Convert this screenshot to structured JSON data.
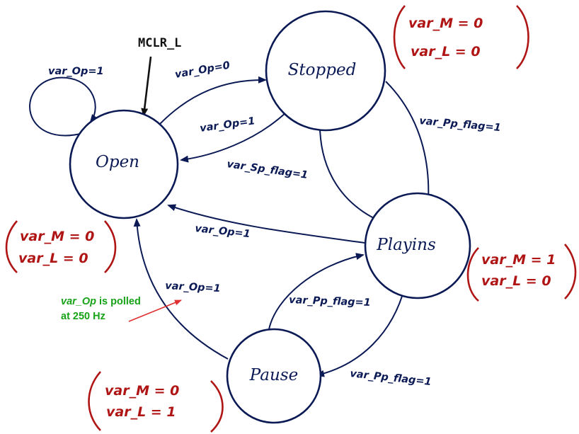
{
  "states": {
    "open": "Open",
    "stopped": "Stopped",
    "playing": "Playins",
    "pause": "Pause"
  },
  "reset_label": "MCLR_L",
  "transitions": {
    "open_self": "var_Op=1",
    "open_to_stopped": "var_Op=0",
    "stopped_to_open": "var_Op=1",
    "stopped_to_playing": "var_Pp_flag=1",
    "playing_to_stopped": "var_Sp_flag=1",
    "playing_to_open": "var_Op=1",
    "pause_to_open": "var_Op=1",
    "pause_to_playing": "var_Pp_flag=1",
    "playing_to_pause": "var_Pp_flag=1"
  },
  "outputs": {
    "open": {
      "m": "var_M = 0",
      "l": "var_L = 0"
    },
    "stopped": {
      "m": "var_M = 0",
      "l": "var_L = 0"
    },
    "playing": {
      "m": "var_M = 1",
      "l": "var_L = 0"
    },
    "pause": {
      "m": "var_M = 0",
      "l": "var_L = 1"
    }
  },
  "note": {
    "line1_var": "var_Op",
    "line1_rest": " is polled",
    "line2": "at 250 Hz"
  },
  "colors": {
    "state_stroke": "#0b1a55",
    "output_text": "#b01515",
    "note_text": "#17a317",
    "note_arrow": "#e03030"
  }
}
